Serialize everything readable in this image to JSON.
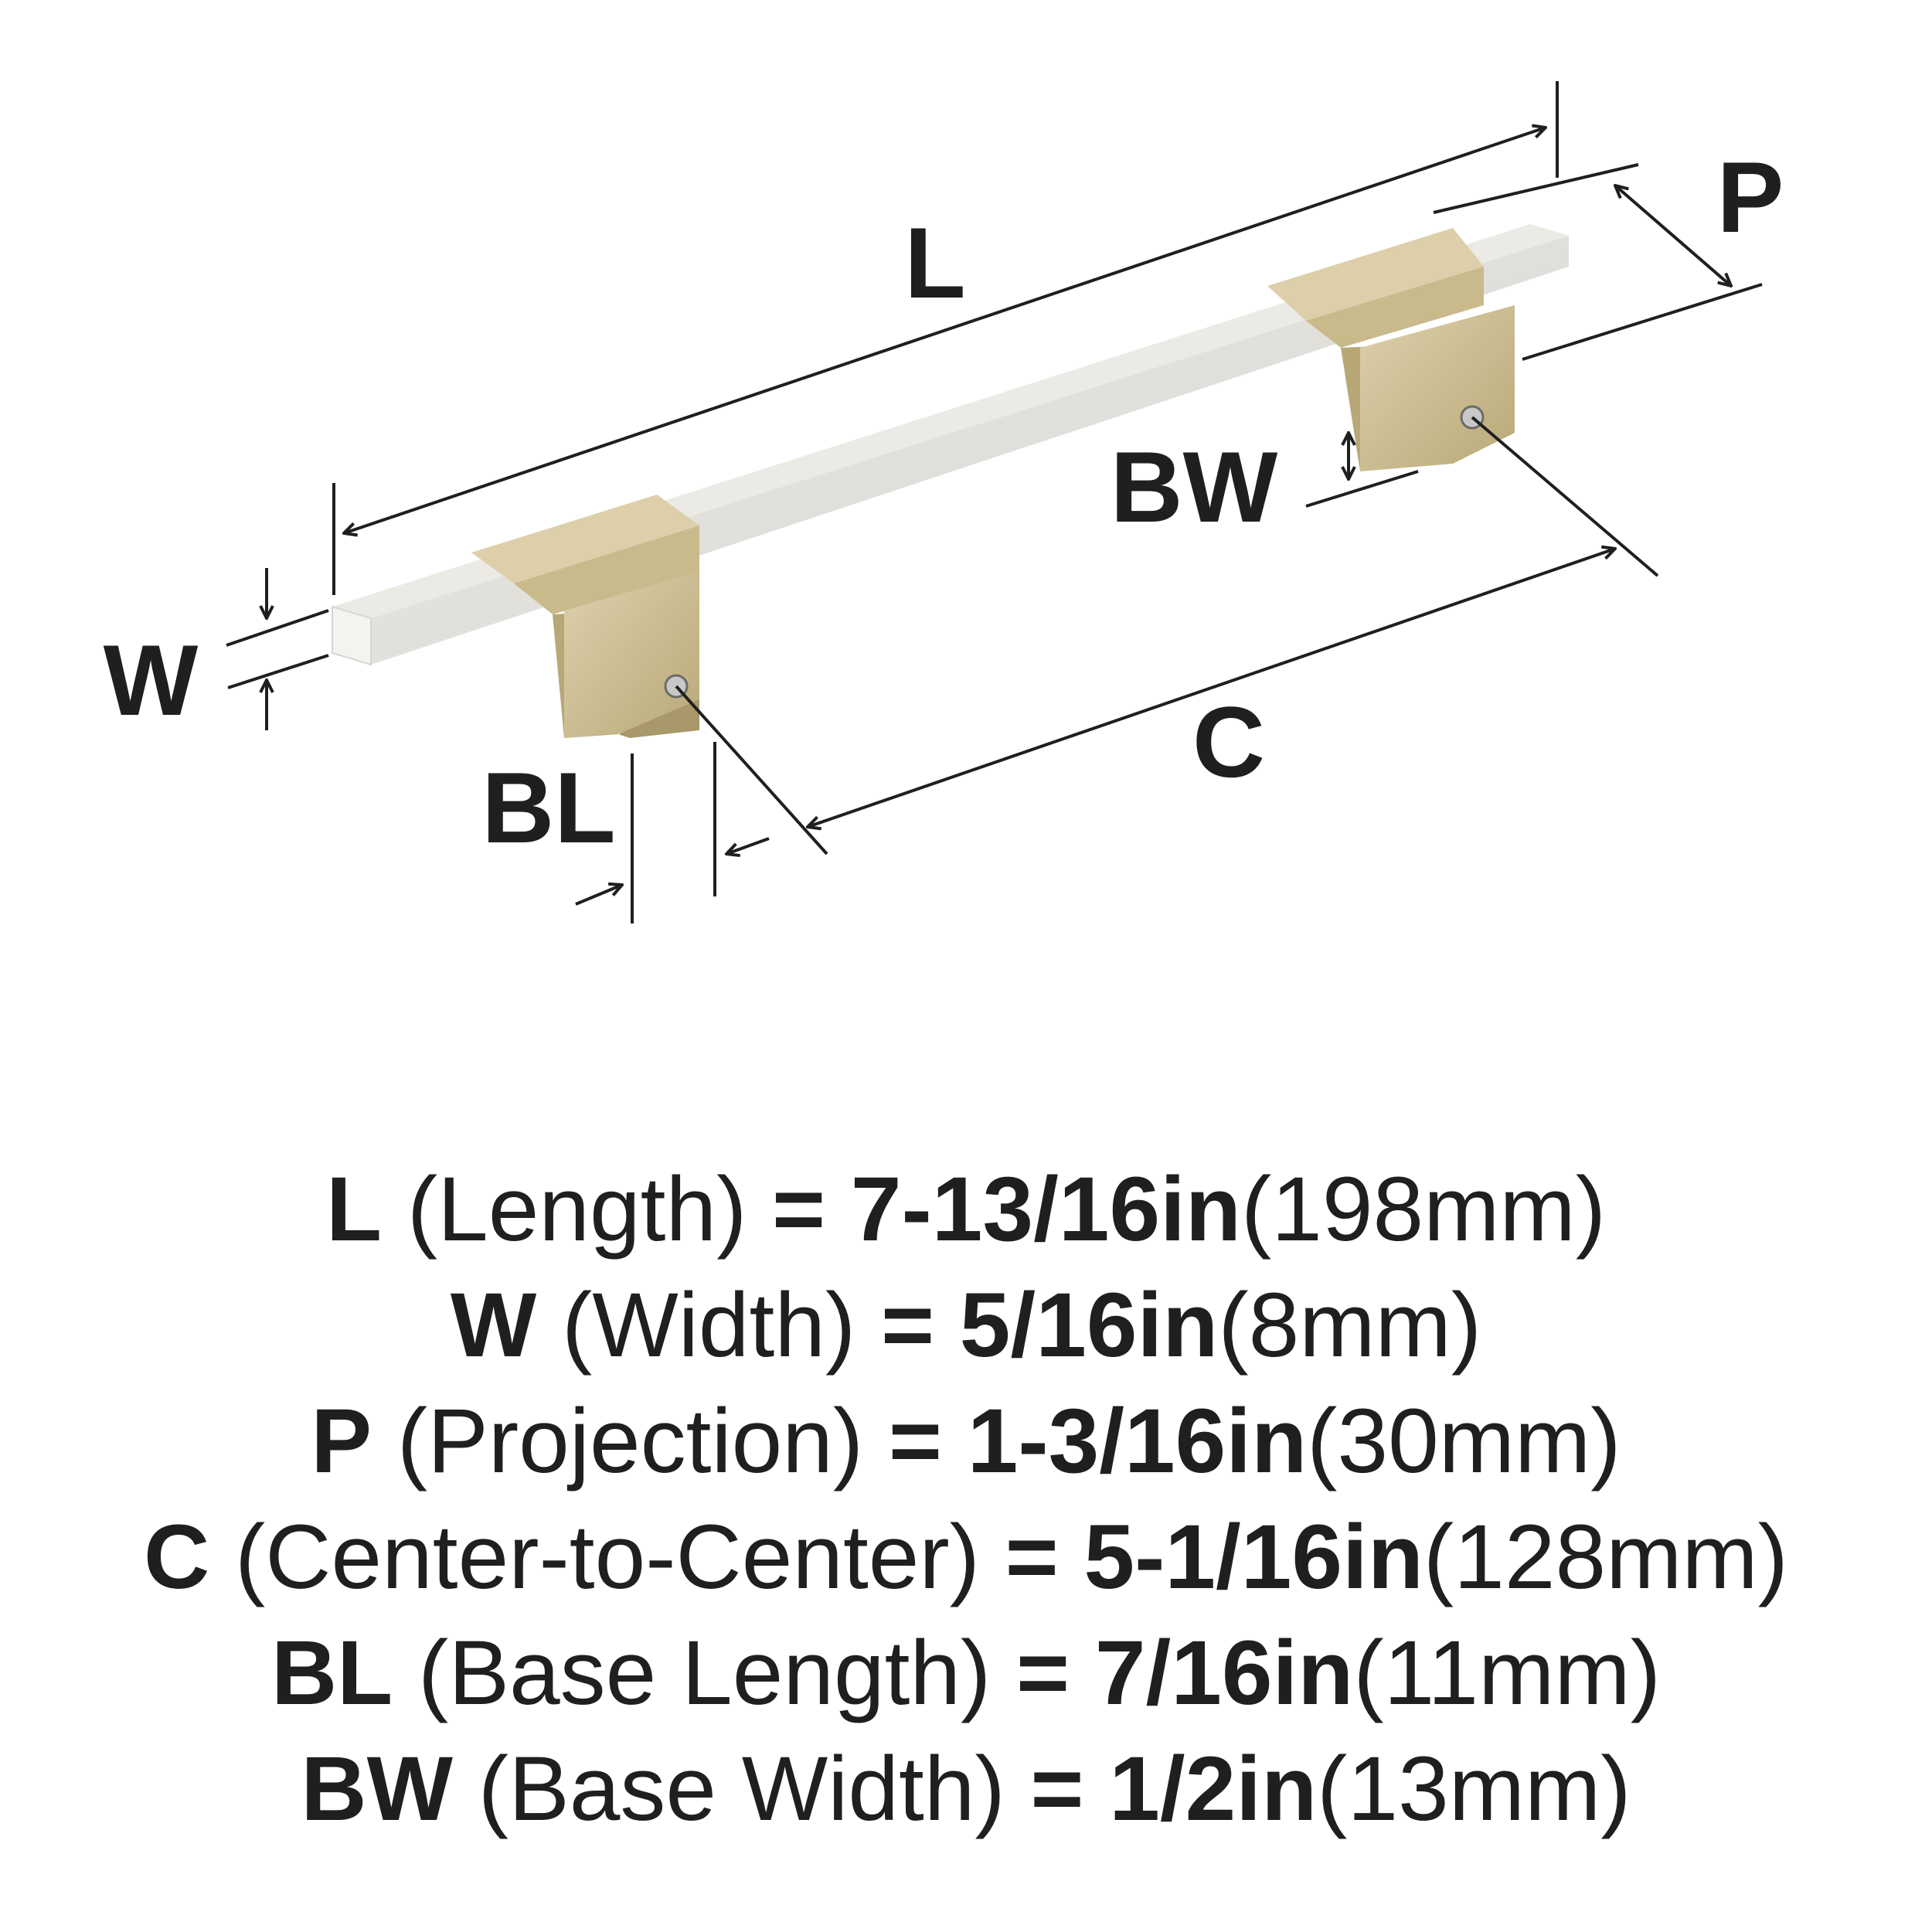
{
  "labels": {
    "L": "L",
    "P": "P",
    "BW": "BW",
    "W": "W",
    "C": "C",
    "BL": "BL"
  },
  "specs": [
    {
      "symbol": "L",
      "name": "(Length)",
      "equals": "=",
      "inches": "7-13/16in",
      "mm": "(198mm)"
    },
    {
      "symbol": "W",
      "name": "(Width)",
      "equals": "=",
      "inches": "5/16in",
      "mm": "(8mm)"
    },
    {
      "symbol": "P",
      "name": "(Projection)",
      "equals": "=",
      "inches": "1-3/16in",
      "mm": "(30mm)"
    },
    {
      "symbol": "C",
      "name": "(Center-to-Center)",
      "equals": "=",
      "inches": "5-1/16in",
      "mm": "(128mm)"
    },
    {
      "symbol": "BL",
      "name": "(Base Length)",
      "equals": "=",
      "inches": "7/16in",
      "mm": "(11mm)"
    },
    {
      "symbol": "BW",
      "name": "(Base Width)",
      "equals": "=",
      "inches": "1/2in",
      "mm": "(13mm)"
    }
  ],
  "colors": {
    "line": "#1f1f1f",
    "bar_top": "#e6e4df",
    "bar_front": "#d9d7d1",
    "bar_end": "#f2f1ed",
    "post_top": "#d6c9a4",
    "post_side": "#b8a878",
    "post_front": "#c7b78a"
  }
}
